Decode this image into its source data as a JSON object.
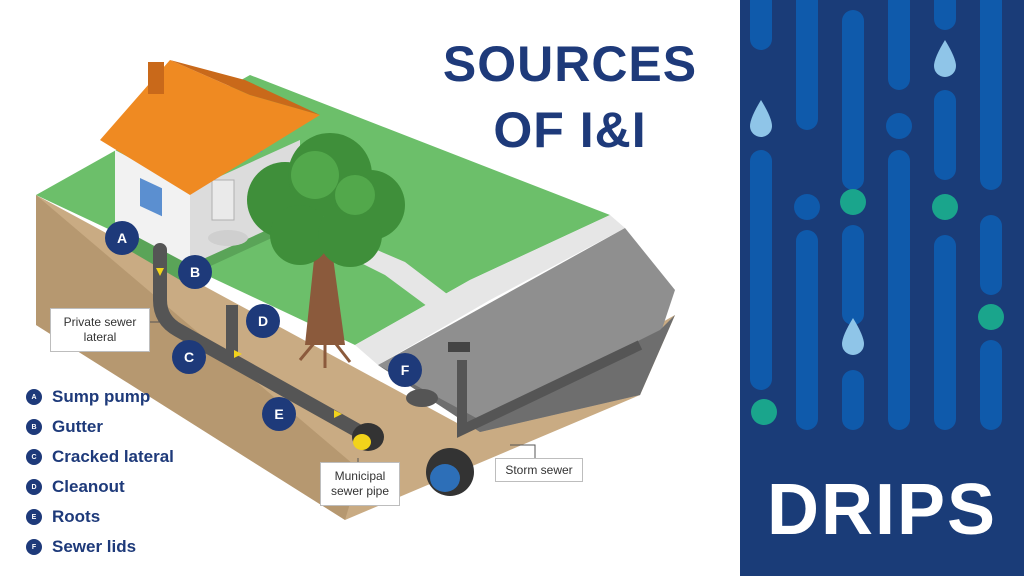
{
  "title": {
    "line1": "SOURCES",
    "line2": "OF I&I"
  },
  "legend": [
    {
      "letter": "A",
      "label": "Sump pump"
    },
    {
      "letter": "B",
      "label": "Gutter"
    },
    {
      "letter": "C",
      "label": "Cracked lateral"
    },
    {
      "letter": "D",
      "label": "Cleanout"
    },
    {
      "letter": "E",
      "label": "Roots"
    },
    {
      "letter": "F",
      "label": "Sewer lids"
    }
  ],
  "callouts": {
    "private_lateral": "Private sewer lateral",
    "municipal_pipe": "Municipal sewer pipe",
    "storm_sewer": "Storm sewer"
  },
  "markers": {
    "a": "A",
    "b": "B",
    "c": "C",
    "d": "D",
    "e": "E",
    "f": "F"
  },
  "brand": {
    "logo_text": "DRIPS"
  },
  "colors": {
    "navy": "#1e3a7a",
    "panel_blue": "#1a3c78",
    "bar_blue": "#0f5aab",
    "teal": "#1aa58c",
    "drop_blue": "#8fc5e8",
    "roof_orange": "#ef8a22",
    "grass_green": "#6cbf6a",
    "soil_tan": "#c9ab83",
    "road_grey": "#8f8f8f",
    "flow_yellow": "#f2d31b"
  }
}
